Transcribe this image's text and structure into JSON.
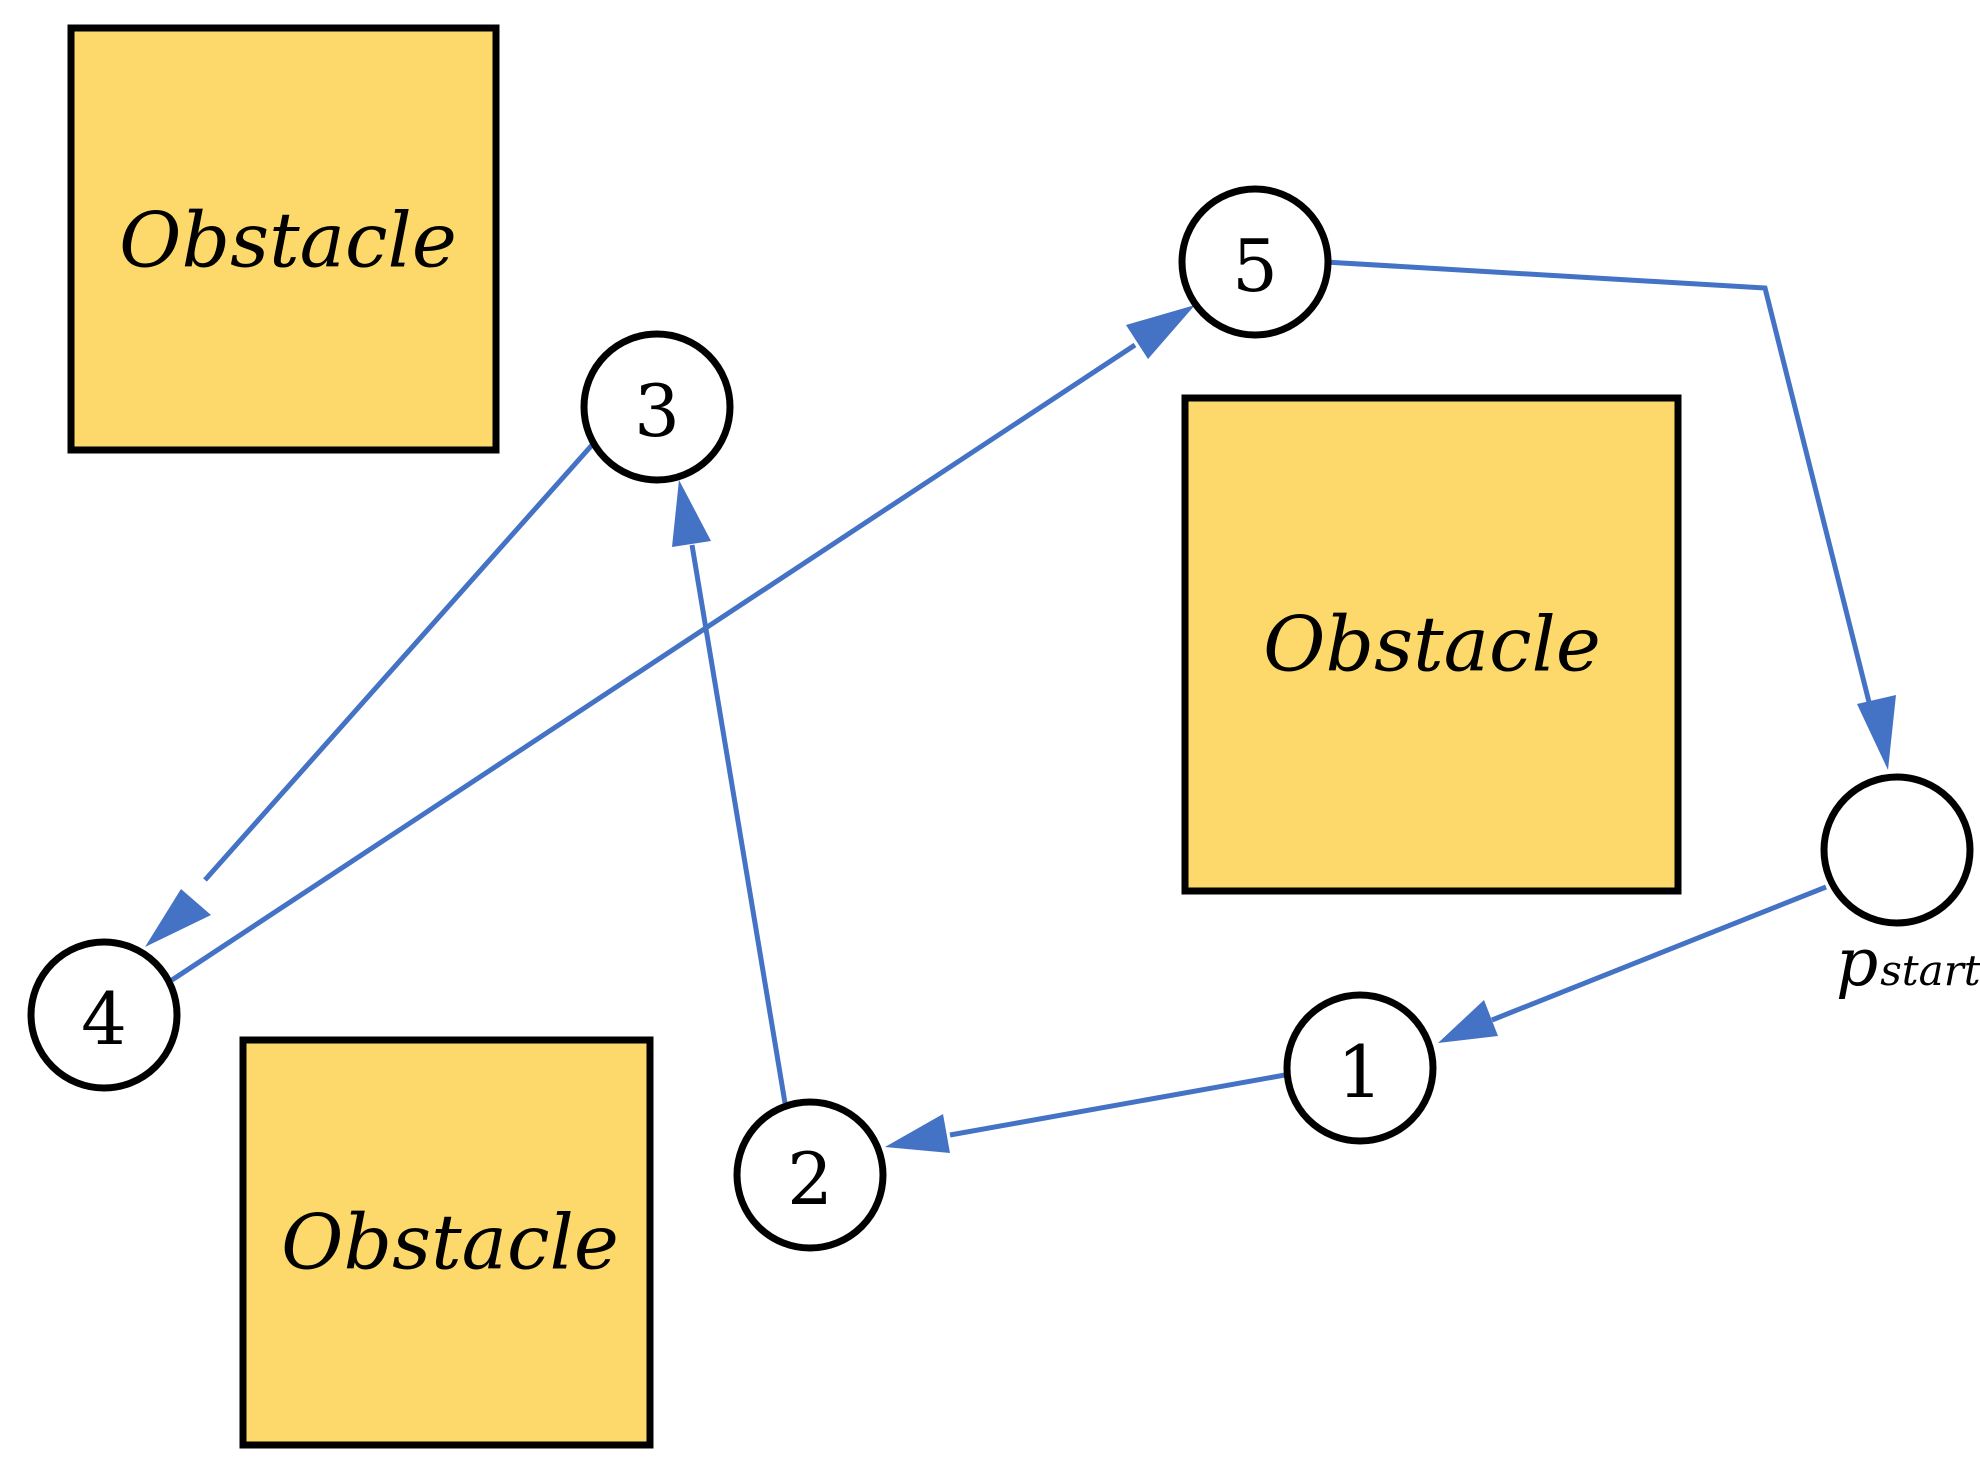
{
  "diagram": {
    "colors": {
      "obstacle_fill": "#fcd96a",
      "edge": "#4472c4",
      "outline": "#000000"
    },
    "obstacles": [
      {
        "label": "Obstacle"
      },
      {
        "label": "Obstacle"
      },
      {
        "label": "Obstacle"
      }
    ],
    "nodes": [
      {
        "id": "5",
        "label": "5"
      },
      {
        "id": "3",
        "label": "3"
      },
      {
        "id": "4",
        "label": "4"
      },
      {
        "id": "2",
        "label": "2"
      },
      {
        "id": "1",
        "label": "1"
      },
      {
        "id": "start",
        "label": ""
      }
    ],
    "start_label": {
      "main": "p",
      "subscript": "start"
    },
    "edges": [
      {
        "from": "start",
        "to": "1"
      },
      {
        "from": "1",
        "to": "2"
      },
      {
        "from": "2",
        "to": "3"
      },
      {
        "from": "3",
        "to": "4"
      },
      {
        "from": "4",
        "to": "5"
      },
      {
        "from": "5",
        "to": "start"
      }
    ]
  }
}
